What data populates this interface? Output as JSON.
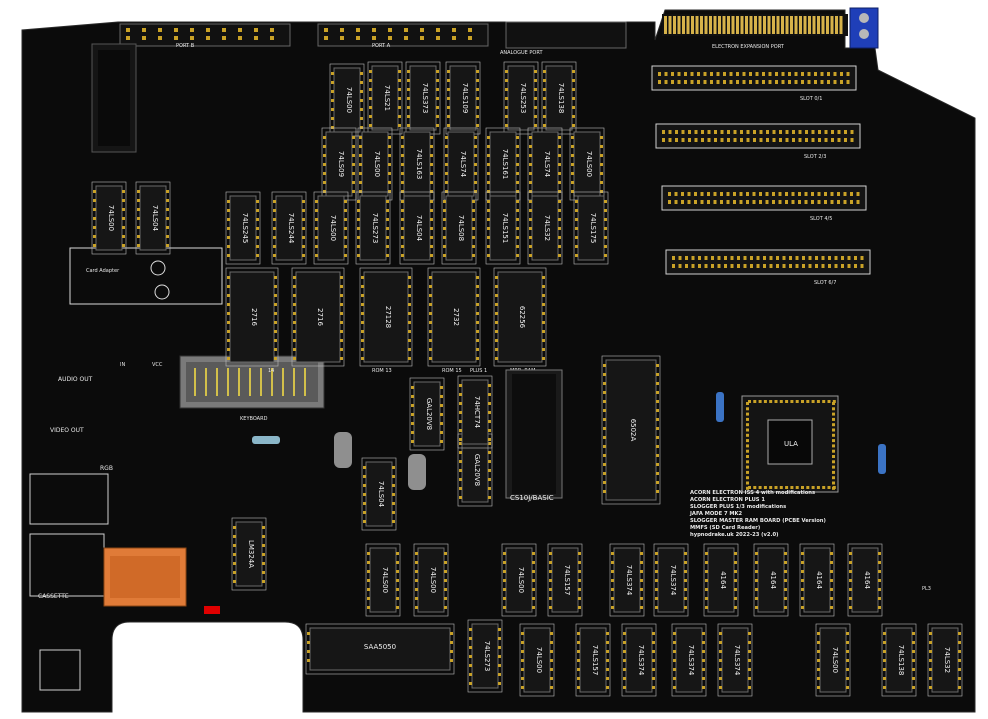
{
  "board": {
    "pcb_color": "#0b0b0b",
    "silk_color": "#e6e6e6",
    "pad_color": "#c9a227",
    "dip_chips": [
      "74LS00",
      "74LS21",
      "74LS373",
      "74LS109",
      "74LS253",
      "74LS138",
      "74LS09",
      "74LS00",
      "74LS163",
      "74LS74",
      "74LS161",
      "74LS74",
      "74LS00",
      "74LS245",
      "74LS244",
      "74LS00",
      "74LS273",
      "74LS04",
      "74LS08",
      "74LS151",
      "74LS32",
      "74LS175",
      "2716",
      "2716",
      "27128",
      "2732",
      "62256",
      "GAL20V8",
      "GAL20V8",
      "74HCT74",
      "74LS04",
      "6502A",
      "74LS00",
      "74LS04",
      "74LS00",
      "74LS00",
      "74LS00",
      "74LS157",
      "74LS374",
      "74LS374",
      "4164",
      "4164",
      "4164",
      "4164",
      "74LS273",
      "74LS00",
      "74LS157",
      "74LS374",
      "74LS374",
      "74LS374",
      "74LS00",
      "74LS138",
      "74LS32",
      "SAA5050",
      "LM324A"
    ],
    "labels": {
      "port_b": "PORT B",
      "port_a": "PORT A",
      "analogue_port": "ANALOGUE PORT",
      "expansion_port": "ELECTRON EXPANSION PORT",
      "slot_0_1": "SLOT 0/1",
      "slot_2_3": "SLOT 2/3",
      "slot_4_5": "SLOT 4/5",
      "slot_6_7": "SLOT 6/7",
      "audio_out": "AUDIO OUT",
      "video_out": "VIDEO OUT",
      "rgb": "RGB",
      "cassette": "CASSETTE",
      "keyboard": "KEYBOARD",
      "rom_13": "ROM 13",
      "rom_15": "ROM 15",
      "rom_14": "14",
      "plus_1": "PLUS 1",
      "mrb_ram": "MRB, RAM",
      "cpu_label": "CS10J/BASIC",
      "ula": "ULA",
      "sd_card": "Card Adapter",
      "pl3": "PL3",
      "vcc": "VCC",
      "in": "IN"
    },
    "credits": [
      "ACORN ELECTRON ISS 4 with modifications",
      "ACORN ELECTRON PLUS 1",
      "SLOGGER PLUS 1/3 modifications",
      "JAFA MODE 7 MK2",
      "SLOGGER MASTER RAM BOARD (PCBE Version)",
      "MMFS (SD Card Reader)",
      "hypnodrake.uk 2022-23 (v2.0)"
    ],
    "relay_color": "#e07b38",
    "header_color": "#1f3fb8"
  }
}
